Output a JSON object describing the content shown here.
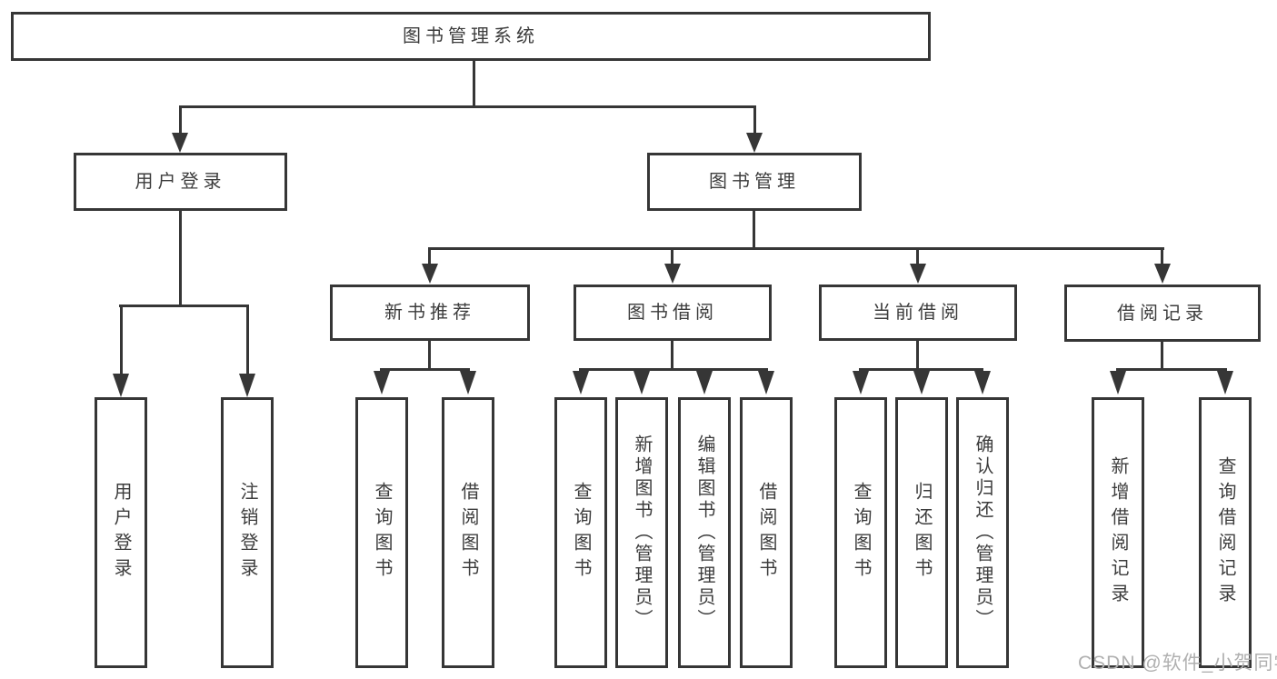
{
  "diagram": {
    "root": {
      "label": "图书管理系统",
      "children": [
        {
          "label": "用户登录",
          "children": [
            {
              "label": "用户登录"
            },
            {
              "label": "注销登录"
            }
          ]
        },
        {
          "label": "图书管理",
          "children": [
            {
              "label": "新书推荐",
              "children": [
                {
                  "label": "查询图书"
                },
                {
                  "label": "借阅图书"
                }
              ]
            },
            {
              "label": "图书借阅",
              "children": [
                {
                  "label": "查询图书"
                },
                {
                  "label": "新增图书（管理员）"
                },
                {
                  "label": "编辑图书（管理员）"
                },
                {
                  "label": "借阅图书"
                }
              ]
            },
            {
              "label": "当前借阅",
              "children": [
                {
                  "label": "查询图书"
                },
                {
                  "label": "归还图书"
                },
                {
                  "label": "确认归还（管理员）"
                }
              ]
            },
            {
              "label": "借阅记录",
              "children": [
                {
                  "label": "新增借阅记录"
                },
                {
                  "label": "查询借阅记录"
                }
              ]
            }
          ]
        }
      ]
    },
    "watermark": "CSDN @软件_小贺同学",
    "colors": {
      "line": "#363636",
      "text": "#3c3c3c",
      "watermark": "#b0b0b0",
      "background": "#ffffff"
    }
  }
}
